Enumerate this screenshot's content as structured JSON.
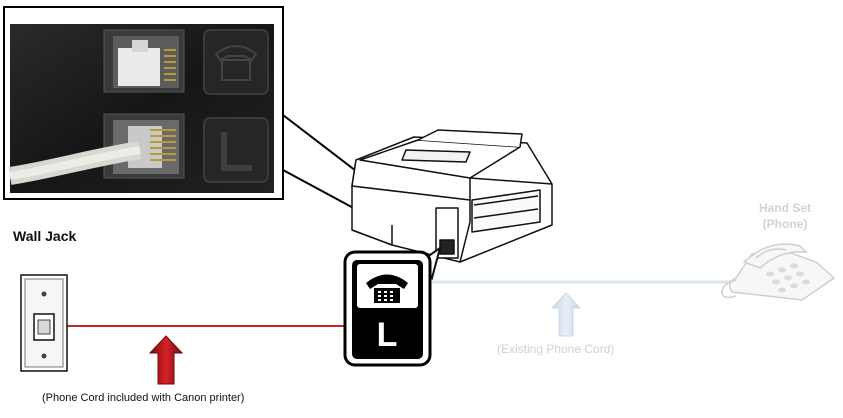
{
  "labels": {
    "wall_jack": "Wall Jack",
    "hand_set_line1": "Hand Set",
    "hand_set_line2": "(Phone)",
    "existing_cord": "(Existing Phone Cord)",
    "canon_cord": "(Phone Cord included with Canon printer)",
    "port_line_letter": "L"
  },
  "icons": [
    "phone-port-icon",
    "line-port-icon",
    "red-arrow-icon",
    "faded-arrow-icon"
  ],
  "colors": {
    "canon_cord": "#c0282c",
    "existing_cord": "#dbe6f0",
    "arrow_red": "#b8191c",
    "arrow_faded": "#d6e2ef",
    "faded_text": "#d0d0d0"
  }
}
